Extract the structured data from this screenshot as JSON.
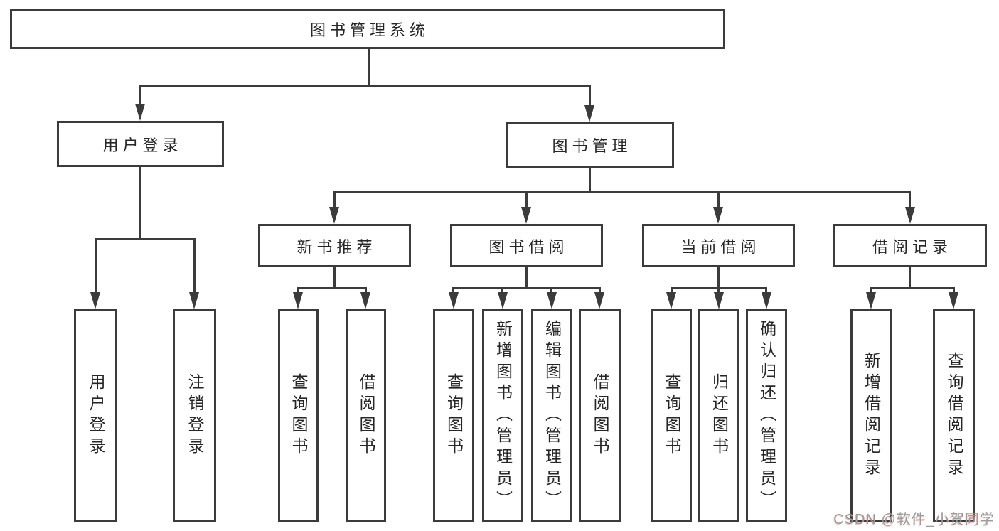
{
  "tree": {
    "label": "图书管理系统",
    "children": [
      {
        "label": "用户登录",
        "children": [
          {
            "label": "用户登录"
          },
          {
            "label": "注销登录"
          }
        ]
      },
      {
        "label": "图书管理",
        "children": [
          {
            "label": "新书推荐",
            "children": [
              {
                "label": "查询图书"
              },
              {
                "label": "借阅图书"
              }
            ]
          },
          {
            "label": "图书借阅",
            "children": [
              {
                "label": "查询图书"
              },
              {
                "label": "新增图书（管理员）"
              },
              {
                "label": "编辑图书（管理员）"
              },
              {
                "label": "借阅图书"
              }
            ]
          },
          {
            "label": "当前借阅",
            "children": [
              {
                "label": "查询图书"
              },
              {
                "label": "归还图书"
              },
              {
                "label": "确认归还（管理员）"
              }
            ]
          },
          {
            "label": "借阅记录",
            "children": [
              {
                "label": "新增借阅记录"
              },
              {
                "label": "查询借阅记录"
              }
            ]
          }
        ]
      }
    ]
  },
  "watermark": {
    "text": "CSDN @软件_小贺同学"
  },
  "colors": {
    "line": "#3b3b3b",
    "text": "#262626",
    "background": "#ffffff",
    "watermark": "#9c9c9c"
  }
}
